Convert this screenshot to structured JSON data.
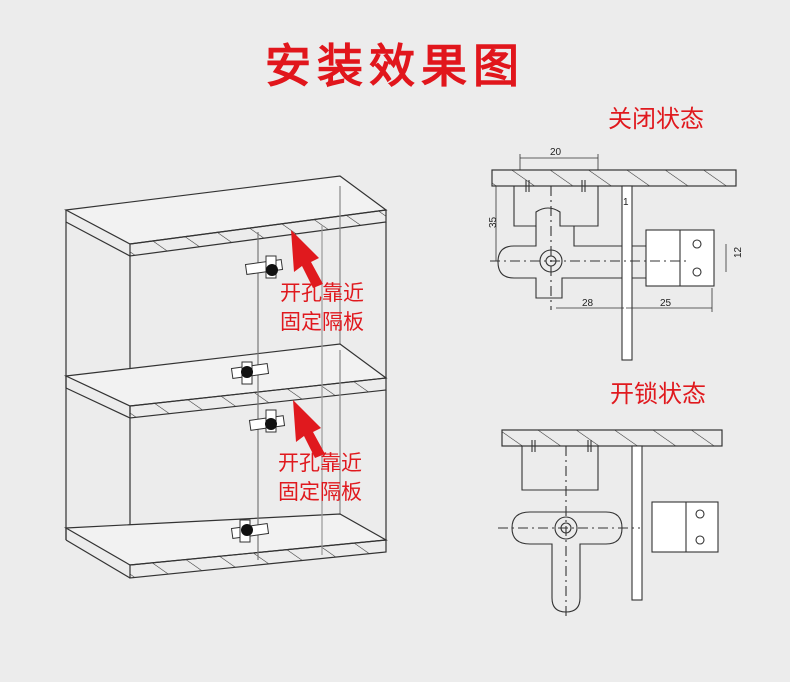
{
  "title": "安装效果图",
  "closed_state_label": "关闭状态",
  "open_state_label": "开锁状态",
  "note_top": [
    "开孔靠近",
    "固定隔板"
  ],
  "note_bottom": [
    "开孔靠近",
    "固定隔板"
  ],
  "dimensions": {
    "d20": "20",
    "d35": "35",
    "d1": "1",
    "d12": "12",
    "d28": "28",
    "d25": "25"
  },
  "colors": {
    "accent": "#e0191e",
    "line": "#333333",
    "background": "#ececec"
  }
}
